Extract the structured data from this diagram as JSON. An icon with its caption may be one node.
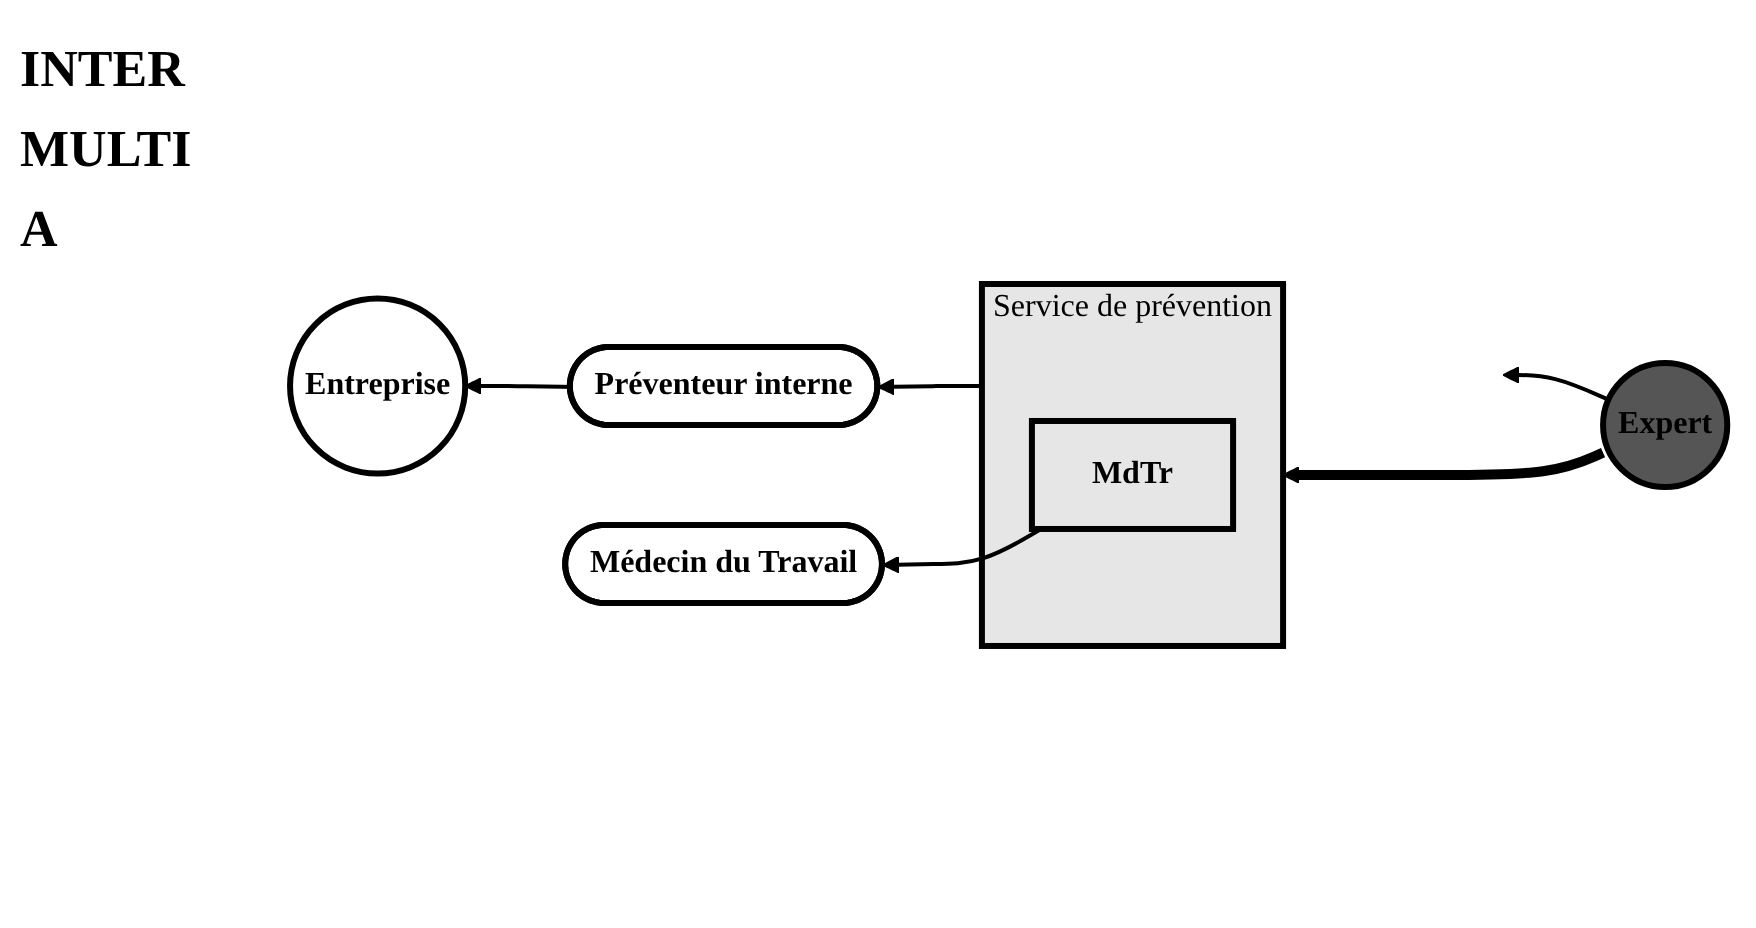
{
  "diagram": {
    "nodes": [
      {
        "text": [
          "Expert"
        ]
      },
      {
        "text": [
          "Service de prévention"
        ]
      },
      {
        "text": [
          "MdTr"
        ],
        "in": 1
      },
      {
        "text": [
          "Préventeur interne"
        ]
      },
      {
        "text": [
          "Médecin du Travail"
        ]
      },
      {
        "text": [
          "Entreprise"
        ]
      }
    ],
    "edges": [
      {
        "from": 0,
        "to": 1,
        "arrow": "to",
        "style": "thick"
      },
      {
        "from": 0,
        "to": null,
        "arrow": "to"
      },
      {
        "from": 1,
        "to": 3,
        "arrow": "to"
      },
      {
        "from": 2,
        "to": 4,
        "arrow": "to"
      },
      {
        "from": 3,
        "to": 5,
        "arrow": "to"
      }
    ],
    "labels": [
      "INTER",
      "MULTI",
      "A"
    ]
  }
}
